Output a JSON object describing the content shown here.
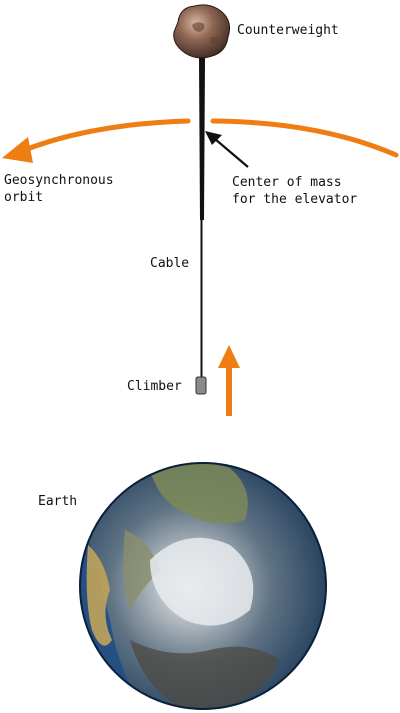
{
  "labels": {
    "counterweight": "Counterweight",
    "geo_line1": "Geosynchronous",
    "geo_line2": "orbit",
    "com_line1": "Center of mass",
    "com_line2": "for the elevator",
    "cable": "Cable",
    "climber": "Climber",
    "earth": "Earth"
  },
  "colors": {
    "orbit_arrow": "#f07d14",
    "cable": "#111111",
    "climber": "#8a8a8a",
    "earth_ocean": "#1f4e86",
    "earth_land": "#7d8a58",
    "earth_ice": "#e8ebee",
    "counterweight": "#7b5a4a"
  },
  "icons": {
    "orbit": "curved-arrow-left-icon",
    "ascent": "arrow-up-icon",
    "pointer": "arrow-pointer-icon"
  }
}
